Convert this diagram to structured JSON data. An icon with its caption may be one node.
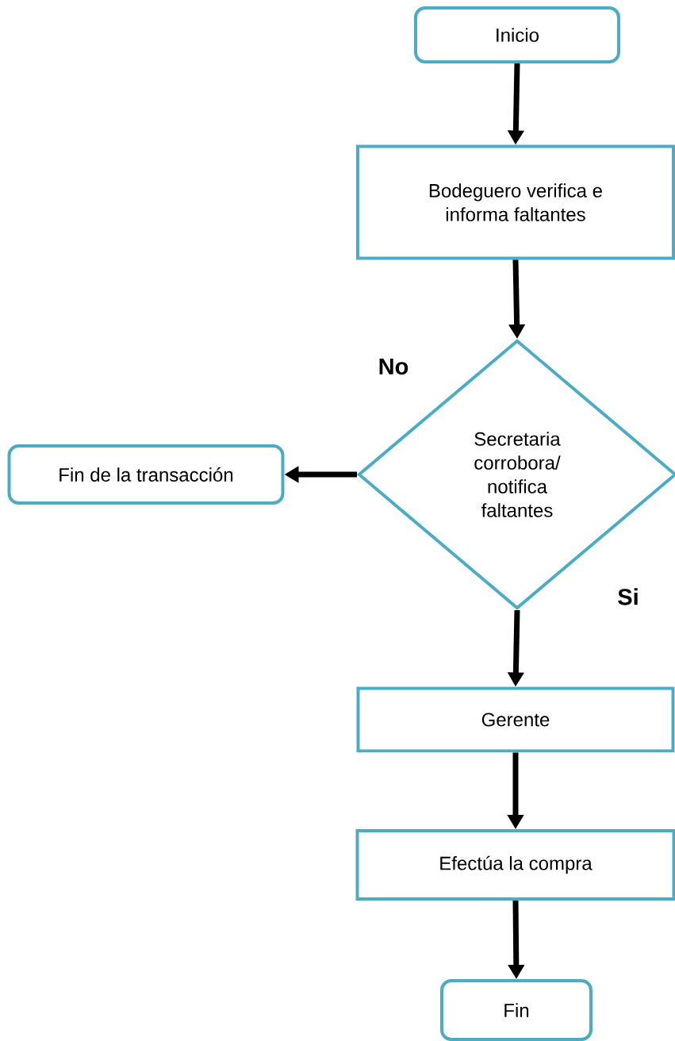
{
  "diagram": {
    "nodes": [
      {
        "text": [
          "Inicio"
        ]
      },
      {
        "text": [
          "Bodeguero verifica e informa faltantes"
        ]
      },
      {
        "text": [
          "Secretaria corrobora/ notifica faltantes"
        ]
      },
      {
        "text": [
          "Fin de la transacción"
        ]
      },
      {
        "text": [
          "Gerente"
        ]
      },
      {
        "text": [
          "Efectúa la compra"
        ]
      },
      {
        "text": [
          "Fin"
        ]
      }
    ],
    "edges": [
      {
        "from": 0,
        "to": 1,
        "arrow": "to"
      },
      {
        "from": 1,
        "to": 2,
        "arrow": "to"
      },
      {
        "from": 2,
        "to": 3,
        "arrow": "to"
      },
      {
        "from": 2,
        "to": 4,
        "arrow": "to"
      },
      {
        "from": 4,
        "to": 5,
        "arrow": "to"
      },
      {
        "from": 5,
        "to": 6,
        "arrow": "to"
      }
    ],
    "labels": [
      "No",
      "Si"
    ]
  }
}
